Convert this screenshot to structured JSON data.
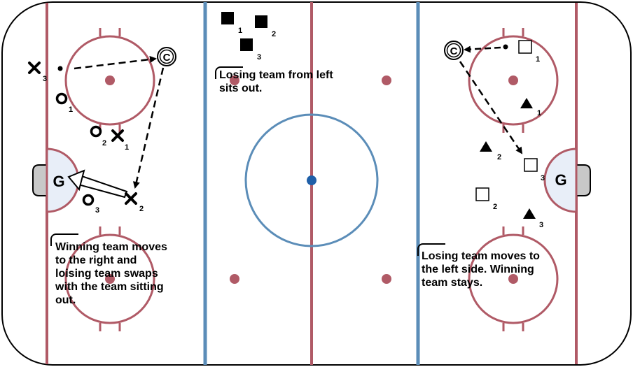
{
  "colors": {
    "board": "#000000",
    "red_line": "#b05a66",
    "blue_line": "#5b8db8",
    "center_dot": "#1f5fa8",
    "faceoff_dot": "#b05a66",
    "crease": "#e8eef8",
    "net": "#c8c8c8"
  },
  "goalies": {
    "left_label": "G",
    "right_label": "G"
  },
  "coach_label": "C",
  "players": {
    "left_x": [
      {
        "sub": "3"
      },
      {
        "sub": "1"
      },
      {
        "sub": "2"
      }
    ],
    "left_o": [
      {
        "sub": "1"
      },
      {
        "sub": "2"
      },
      {
        "sub": "3"
      }
    ],
    "center_squares": [
      {
        "sub": "1"
      },
      {
        "sub": "2"
      },
      {
        "sub": "3"
      }
    ],
    "right_squares": [
      {
        "sub": "1"
      },
      {
        "sub": "3"
      },
      {
        "sub": "2"
      }
    ],
    "right_triangles": [
      {
        "sub": "1"
      },
      {
        "sub": "2"
      },
      {
        "sub": "3"
      }
    ]
  },
  "notes": {
    "center": "Losing team from left\nsits out.",
    "left": "Winning team moves\nto the right and\nloising team swaps\nwith the team sitting\nout.",
    "right": "Losing team moves to\nthe left side. Winning\nteam stays."
  }
}
